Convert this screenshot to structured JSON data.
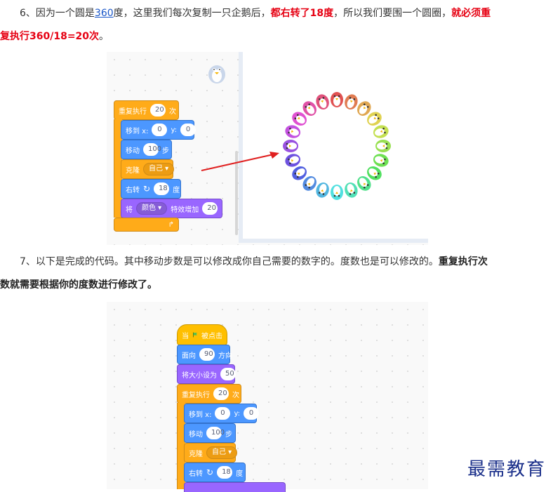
{
  "para6": {
    "s1": "6、因为一个圆是",
    "link": "360",
    "s2": "度，这里我们每次复制一只企鹅后，",
    "red1": "都右转了18度",
    "s3": "，所以我们要围一个圆圈，",
    "red2_l1": "就必须重",
    "red2_l2": "复执行360/18=20次",
    "s4": "。"
  },
  "para7": {
    "s1": "7、以下是完成的代码。其中移动步数是可以修改成你自己需要的数字的。度数也是可以修改的。",
    "bold_l1": "重复执行次",
    "bold_l2": "数就需要根据你的度数进行修改了",
    "s2": "。"
  },
  "code1": {
    "repeat_label": "重复执行",
    "repeat_count": "20",
    "repeat_unit": "次",
    "goto_label": "移到 x:",
    "goto_x": "0",
    "goto_y_label": "y:",
    "goto_y": "0",
    "move_label": "移动",
    "move_steps": "100",
    "move_unit": "步",
    "clone_label": "克隆",
    "clone_target": "自己",
    "turn_label": "右转",
    "turn_deg": "18",
    "turn_unit": "度",
    "effect_label": "将",
    "effect_name": "颜色",
    "effect_mid": "特效增加",
    "effect_val": "20"
  },
  "code2": {
    "hat_label": "当",
    "hat_suffix": "被点击",
    "point_label": "面向",
    "point_val": "90",
    "point_unit": "方向",
    "size_label": "将大小设为",
    "size_val": "50",
    "repeat_label": "重复执行",
    "repeat_count": "20",
    "repeat_unit": "次",
    "goto_label": "移到 x:",
    "goto_x": "0",
    "goto_y_label": "y:",
    "goto_y": "0",
    "move_label": "移动",
    "move_steps": "100",
    "move_unit": "步",
    "clone_label": "克隆",
    "clone_target": "自己",
    "turn_label": "右转",
    "turn_deg": "18",
    "turn_unit": "度"
  },
  "watermark": "最需教育",
  "colors": {
    "red_text": "#e60012",
    "link": "#1a57c9",
    "control": "#ffab19",
    "motion": "#4c97ff",
    "looks": "#9966ff"
  },
  "icons": {
    "turn": "rotate-right-icon",
    "flag": "green-flag-icon",
    "loop": "loop-arrow-icon",
    "sprite": "penguin-sprite-icon"
  }
}
